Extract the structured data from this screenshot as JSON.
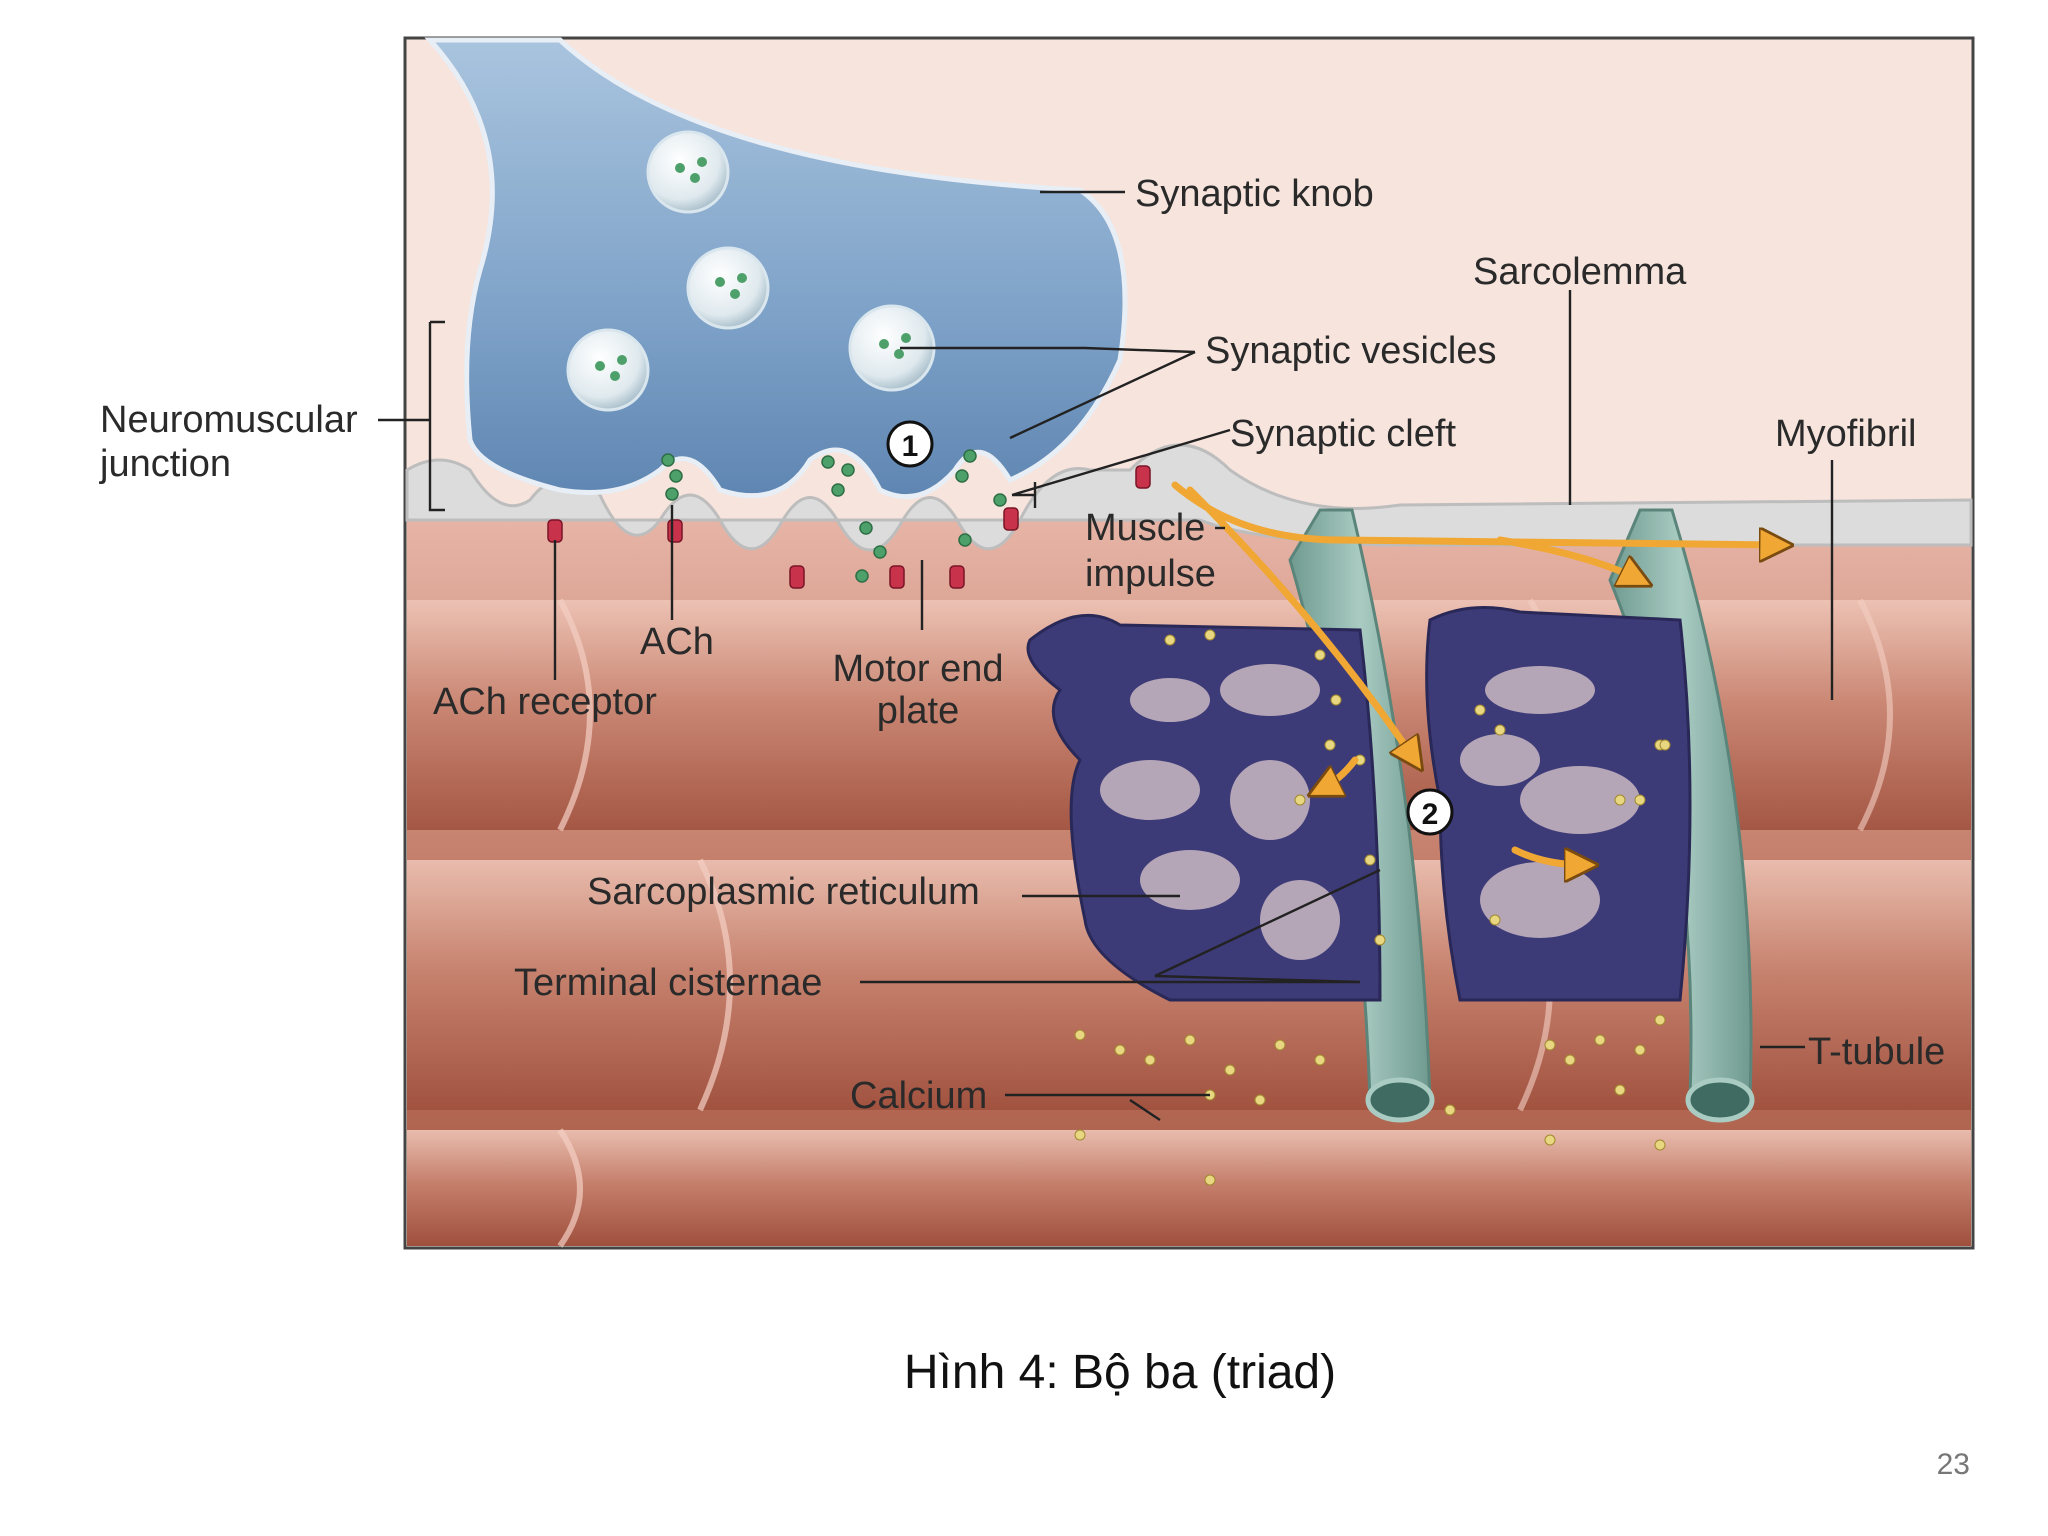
{
  "diagram": {
    "labels": {
      "synaptic_knob": "Synaptic knob",
      "sarcolemma": "Sarcolemma",
      "synaptic_vesicles": "Synaptic vesicles",
      "neuromuscular_junction_1": "Neuromuscular",
      "neuromuscular_junction_2": "junction",
      "synaptic_cleft": "Synaptic cleft",
      "myofibril": "Myofibril",
      "muscle_impulse_1": "Muscle",
      "muscle_impulse_2": "impulse",
      "ach": "ACh",
      "ach_receptor": "ACh receptor",
      "motor_end_plate_1": "Motor end",
      "motor_end_plate_2": "plate",
      "sarcoplasmic_reticulum": "Sarcoplasmic reticulum",
      "terminal_cisternae": "Terminal cisternae",
      "calcium": "Calcium",
      "t_tubule": "T-tubule"
    },
    "steps": [
      "1",
      "2"
    ],
    "colors": {
      "knob": "#7fa3c8",
      "muscle": "#b86a58",
      "reticulum": "#3d3a78",
      "t_tubule": "#8fb5ab",
      "arrow": "#f0a733",
      "receptor": "#c8324a"
    }
  },
  "caption": "Hình 4: Bộ ba (triad)",
  "page_number": "23"
}
